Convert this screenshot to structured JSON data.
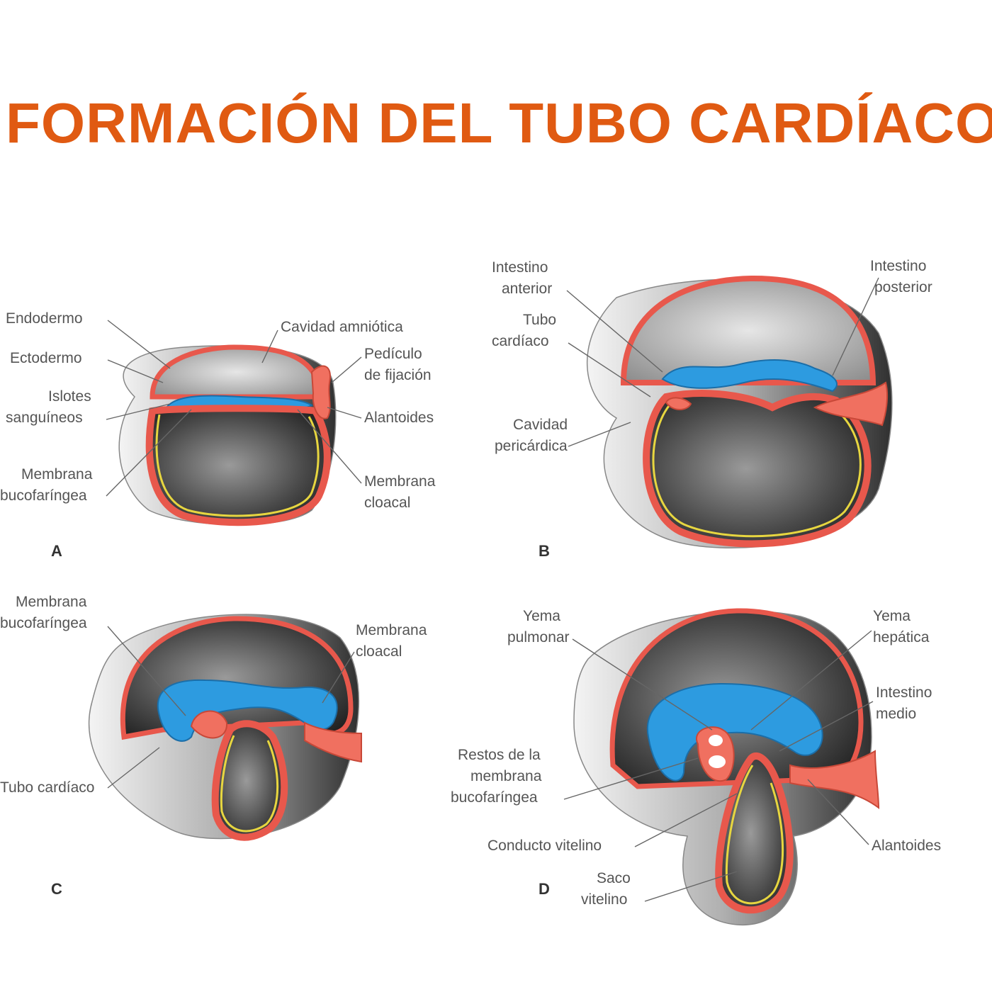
{
  "title": "FORMACIÓN DEL TUBO CARDÍACO",
  "panels": {
    "a": {
      "letter": "A",
      "labels": {
        "endodermo": "Endodermo",
        "ectodermo": "Ectodermo",
        "islotes_1": "Islotes",
        "islotes_2": "sanguíneos",
        "membrana_1": "Membrana",
        "membrana_2": "bucofaríngea",
        "cavidad": "Cavidad amniótica",
        "pediculo_1": "Pedículo",
        "pediculo_2": "de fijación",
        "alantoides": "Alantoides",
        "cloacal_1": "Membrana",
        "cloacal_2": "cloacal"
      }
    },
    "b": {
      "letter": "B",
      "labels": {
        "int_ant_1": "Intestino",
        "int_ant_2": "anterior",
        "tubo_1": "Tubo",
        "tubo_2": "cardíaco",
        "pericardica_1": "Cavidad",
        "pericardica_2": "pericárdica",
        "int_post_1": "Intestino",
        "int_post_2": "posterior"
      }
    },
    "c": {
      "letter": "C",
      "labels": {
        "membrana_1": "Membrana",
        "membrana_2": "bucofaríngea",
        "cloacal_1": "Membrana",
        "cloacal_2": "cloacal",
        "tubo": "Tubo cardíaco"
      }
    },
    "d": {
      "letter": "D",
      "labels": {
        "yema_pul_1": "Yema",
        "yema_pul_2": "pulmonar",
        "restos_1": "Restos de la",
        "restos_2": "membrana",
        "restos_3": "bucofaríngea",
        "conducto": "Conducto vitelino",
        "saco_1": "Saco",
        "saco_2": "vitelino",
        "yema_hep_1": "Yema",
        "yema_hep_2": "hepática",
        "int_medio_1": "Intestino",
        "int_medio_2": "medio",
        "alantoides": "Alantoides"
      }
    }
  }
}
